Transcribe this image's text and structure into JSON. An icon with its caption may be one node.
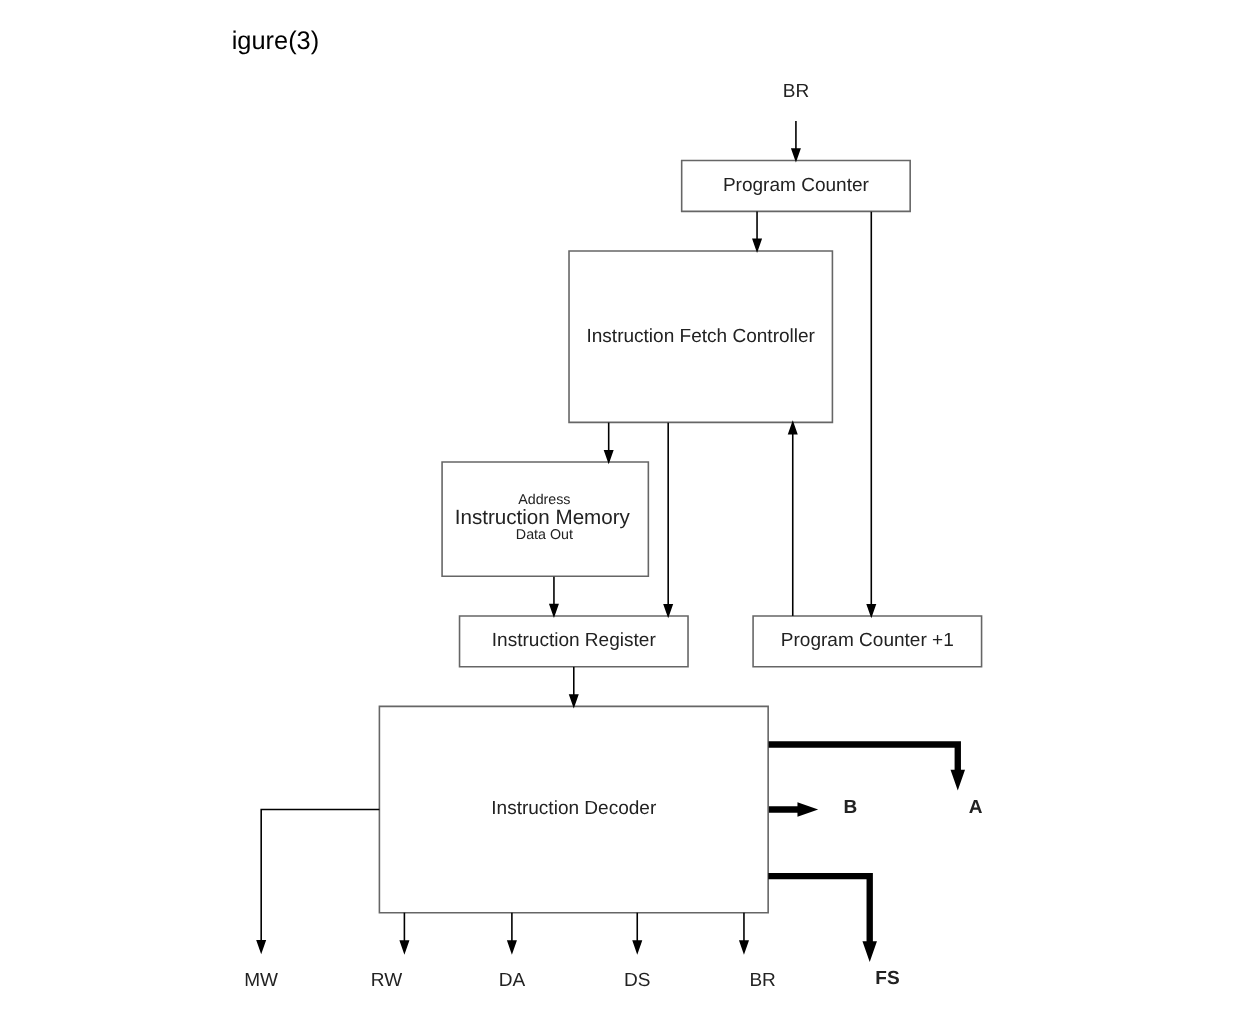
{
  "diagram": {
    "title": "igure(3)",
    "nodes": [
      {
        "text": [
          "BR"
        ]
      },
      {
        "text": [
          "Program Counter"
        ]
      },
      {
        "text": [
          "Instruction Fetch Controller"
        ]
      },
      {
        "text": [
          "Address",
          "Instruction Memory",
          "Data Out"
        ]
      },
      {
        "text": [
          "Program Counter +1"
        ]
      },
      {
        "text": [
          "Instruction Register"
        ]
      },
      {
        "text": [
          "Instruction Decoder"
        ]
      },
      {
        "text": [
          "A"
        ]
      },
      {
        "text": [
          "B"
        ]
      },
      {
        "text": [
          "MW"
        ]
      },
      {
        "text": [
          "RW"
        ]
      },
      {
        "text": [
          "DA"
        ]
      },
      {
        "text": [
          "DS"
        ]
      },
      {
        "text": [
          "BR"
        ]
      },
      {
        "text": [
          "FS"
        ]
      }
    ],
    "edges": [
      {
        "from": 0,
        "to": 1,
        "arrow": "to"
      },
      {
        "from": 1,
        "to": 2,
        "arrow": "to"
      },
      {
        "from": 1,
        "to": 4,
        "arrow": "to"
      },
      {
        "from": 4,
        "to": 2,
        "arrow": "to"
      },
      {
        "from": 2,
        "to": 3,
        "arrow": "to"
      },
      {
        "from": 2,
        "to": 5,
        "arrow": "to"
      },
      {
        "from": 3,
        "to": 5,
        "arrow": "to"
      },
      {
        "from": 5,
        "to": 6,
        "arrow": "to"
      },
      {
        "from": 6,
        "to": 7,
        "arrow": "to",
        "style": "thick"
      },
      {
        "from": 6,
        "to": 8,
        "arrow": "to",
        "style": "thick"
      },
      {
        "from": 6,
        "to": 9,
        "arrow": "to"
      },
      {
        "from": 6,
        "to": 10,
        "arrow": "to"
      },
      {
        "from": 6,
        "to": 11,
        "arrow": "to"
      },
      {
        "from": 6,
        "to": 12,
        "arrow": "to"
      },
      {
        "from": 6,
        "to": 13,
        "arrow": "to"
      },
      {
        "from": 6,
        "to": 14,
        "arrow": "to",
        "style": "thick"
      }
    ]
  }
}
